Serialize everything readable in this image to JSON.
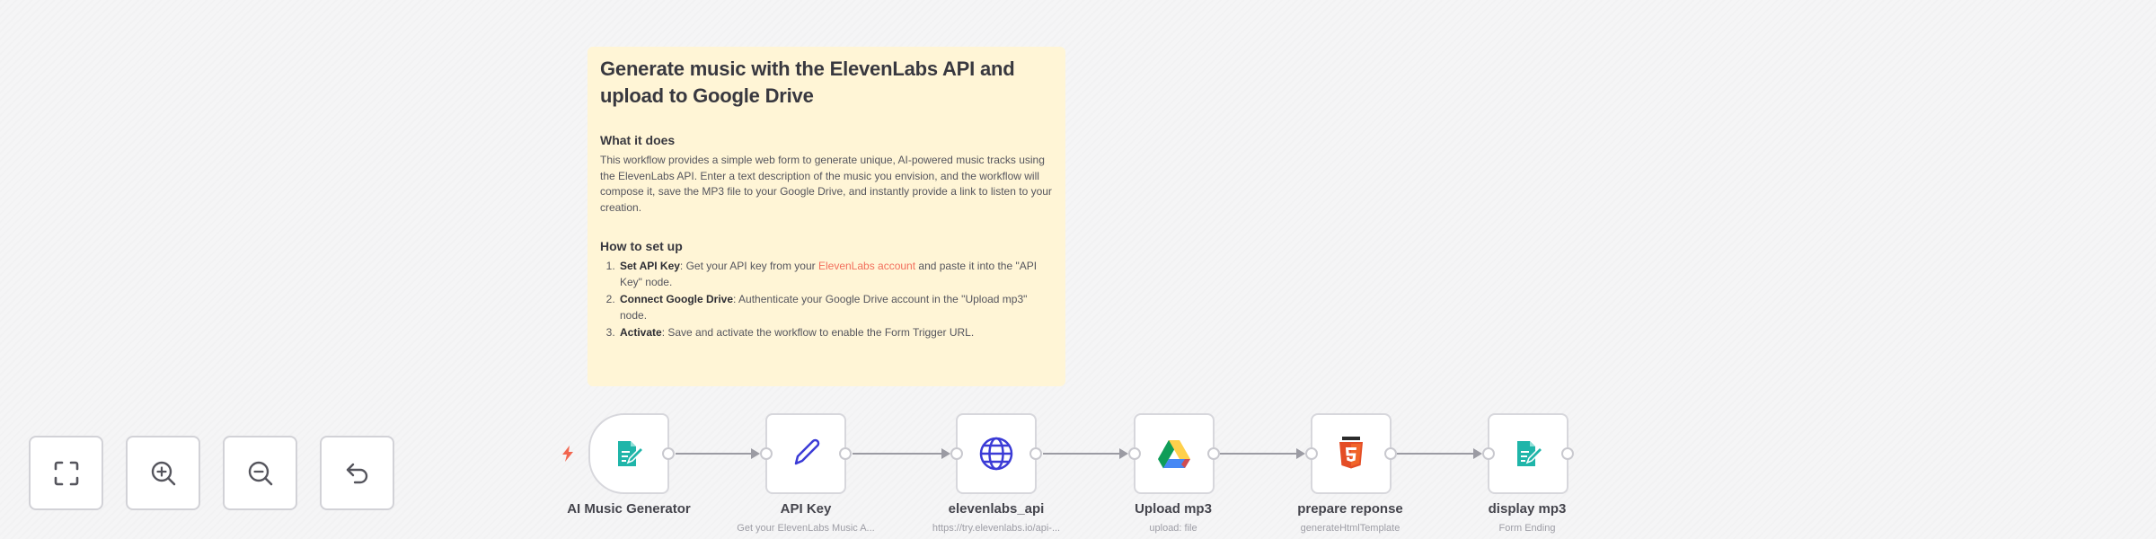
{
  "sticky_note": {
    "title": "Generate music with the ElevenLabs API and upload to Google Drive",
    "section1_heading": "What it does",
    "section1_body": "This workflow provides a simple web form to generate unique, AI-powered music tracks using the ElevenLabs API. Enter a text description of the music you envision, and the workflow will compose it, save the MP3 file to your Google Drive, and instantly provide a link to listen to your creation.",
    "section2_heading": "How to set up",
    "steps": [
      {
        "bold": "Set API Key",
        "text_before_link": ": Get your API key from your ",
        "link": "ElevenLabs account",
        "text_after_link": " and paste it into the \"API Key\" node."
      },
      {
        "bold": "Connect Google Drive",
        "text": ": Authenticate your Google Drive account in the \"Upload mp3\" node."
      },
      {
        "bold": "Activate",
        "text": ": Save and activate the workflow to enable the Form Trigger URL."
      }
    ],
    "link_color": "#f26e5c",
    "background_color": "#fff5d6"
  },
  "nodes": [
    {
      "label": "AI Music Generator",
      "subtitle": "",
      "icon": "form-trigger-icon",
      "icon_color": "#1fb5a9"
    },
    {
      "label": "API Key",
      "subtitle": "Get your ElevenLabs Music A...",
      "icon": "pencil-icon",
      "icon_color": "#3b3bd6"
    },
    {
      "label": "elevenlabs_api",
      "subtitle": "https://try.elevenlabs.io/api-...",
      "icon": "globe-icon",
      "icon_color": "#3b3bd6"
    },
    {
      "label": "Upload mp3",
      "subtitle": "upload: file",
      "icon": "google-drive-icon",
      "icon_color": "#1fa463"
    },
    {
      "label": "prepare reponse",
      "subtitle": "generateHtmlTemplate",
      "icon": "html5-icon",
      "icon_color": "#e44d26"
    },
    {
      "label": "display mp3",
      "subtitle": "Form Ending",
      "icon": "form-icon",
      "icon_color": "#1fb5a9"
    }
  ],
  "controls": [
    {
      "name": "fit-view",
      "icon": "fullscreen-icon"
    },
    {
      "name": "zoom-in",
      "icon": "zoom-in-icon"
    },
    {
      "name": "zoom-out",
      "icon": "zoom-out-icon"
    },
    {
      "name": "reset-zoom",
      "icon": "undo-icon"
    }
  ]
}
